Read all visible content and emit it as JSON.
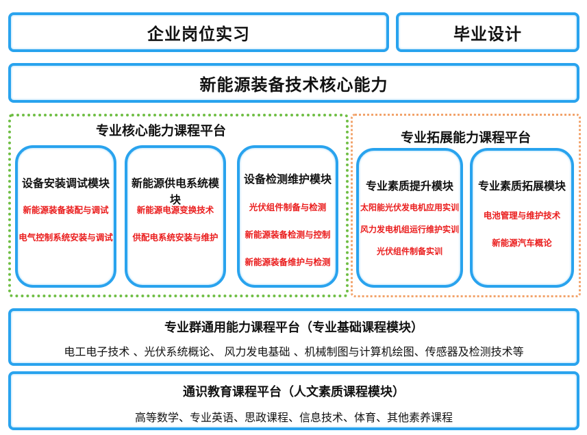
{
  "top": {
    "internship": "企业岗位实习",
    "graduation": "毕业设计"
  },
  "core_ability": "新能源装备技术核心能力",
  "core_platform": {
    "title": "专业核心能力课程平台",
    "modules": [
      {
        "title": "设备安装调试模块",
        "items": [
          "新能源装备装配与调试",
          "电气控制系统安装与调试"
        ]
      },
      {
        "title": "新能源供电系统模块",
        "items": [
          "新能源电源变换技术",
          "供配电系统安装与维护"
        ]
      },
      {
        "title": "设备检测维护模块",
        "items": [
          "光伏组件制备与检测",
          "新能源装备检测与控制",
          "新能源装备维护与检测"
        ]
      }
    ]
  },
  "ext_platform": {
    "title": "专业拓展能力课程平台",
    "modules": [
      {
        "title": "专业素质提升模块",
        "items": [
          "太阳能光伏发电机应用实训",
          "风力发电机组运行维护实训",
          "光伏组件制备实训"
        ]
      },
      {
        "title": "专业素质拓展模块",
        "items": [
          "电池管理与维护技术",
          "新能源汽车概论"
        ]
      }
    ]
  },
  "general_platform": {
    "title": "专业群通用能力课程平台（专业基础课程模块）",
    "courses": "电工电子技术 、光伏系统概论、 风力发电基础 、机械制图与计算机绘图、传感器及检测技术等"
  },
  "liberal_platform": {
    "title": "通识教育课程平台（人文素质课程模块）",
    "courses": "高等数学、专业英语、思政课程、信息技术、体育、其他素养课程"
  },
  "colors": {
    "box_border": "#29a3ee",
    "core_zone_border": "#6fbe44",
    "ext_zone_border": "#f2a36b",
    "item_text": "#ea1d1d"
  }
}
